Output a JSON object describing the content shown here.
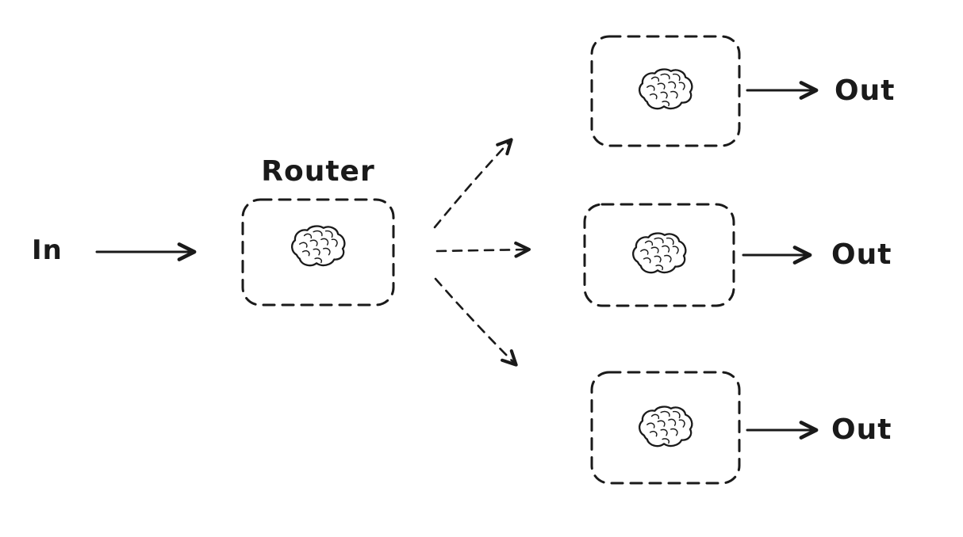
{
  "diagram": {
    "input_label": "In",
    "router": {
      "label": "Router",
      "icon": "brain-icon"
    },
    "experts": [
      {
        "icon": "brain-icon",
        "output_label": "Out"
      },
      {
        "icon": "brain-icon",
        "output_label": "Out"
      },
      {
        "icon": "brain-icon",
        "output_label": "Out"
      }
    ],
    "colors": {
      "stroke": "#1a1a1a",
      "background": "#ffffff"
    }
  }
}
